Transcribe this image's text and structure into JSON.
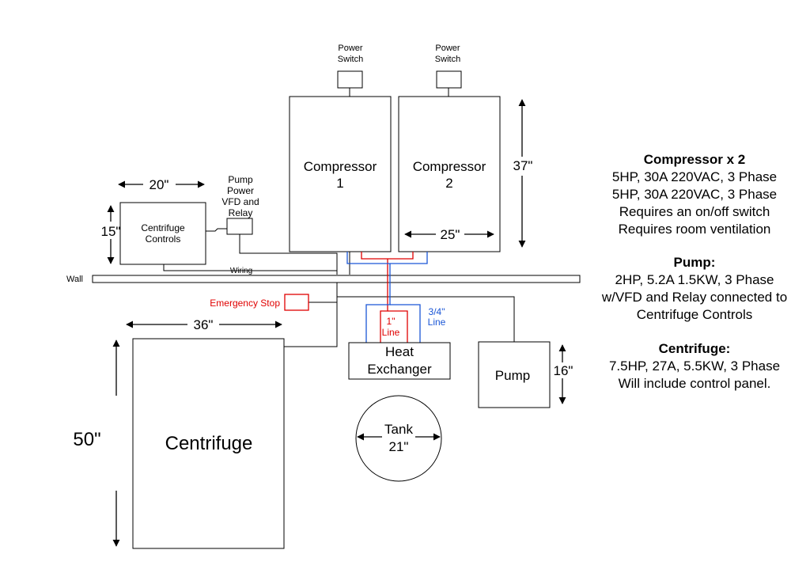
{
  "compressor1": {
    "switch_label": [
      "Power",
      "Switch"
    ],
    "label": [
      "Compressor",
      "1"
    ]
  },
  "compressor2": {
    "switch_label": [
      "Power",
      "Switch"
    ],
    "label": [
      "Compressor",
      "2"
    ],
    "width_dim": "25\"",
    "height_dim": "37\""
  },
  "centrifuge_controls": {
    "label": [
      "Centrifuge",
      "Controls"
    ],
    "width_dim": "20\"",
    "height_dim": "15\""
  },
  "pump_power": {
    "label": [
      "Pump",
      "Power",
      "VFD and",
      "Relay"
    ]
  },
  "wiring_label": "Wiring",
  "wall_label": "Wall",
  "emergency_stop": "Emergency Stop",
  "lines": {
    "red_line": [
      "1\"",
      "Line"
    ],
    "blue_line": [
      "3/4\"",
      "Line"
    ]
  },
  "heat_exchanger": {
    "label": [
      "Heat",
      "Exchanger"
    ]
  },
  "pump": {
    "label": "Pump",
    "height_dim": "16\""
  },
  "centrifuge": {
    "label": "Centrifuge",
    "width_dim": "36\"",
    "height_dim": "50\""
  },
  "tank": {
    "label": [
      "Tank",
      "21\""
    ]
  },
  "specs": [
    {
      "title": "Compressor x 2",
      "lines": [
        "5HP, 30A 220VAC, 3 Phase",
        "5HP, 30A 220VAC, 3 Phase",
        "Requires an on/off switch",
        "Requires room ventilation"
      ]
    },
    {
      "title": "Pump:",
      "lines": [
        "2HP, 5.2A 1.5KW, 3 Phase",
        "w/VFD and Relay connected to",
        "Centrifuge Controls"
      ]
    },
    {
      "title": "Centrifuge:",
      "lines": [
        "7.5HP, 27A, 5.5KW, 3 Phase",
        "Will include control panel."
      ]
    }
  ]
}
